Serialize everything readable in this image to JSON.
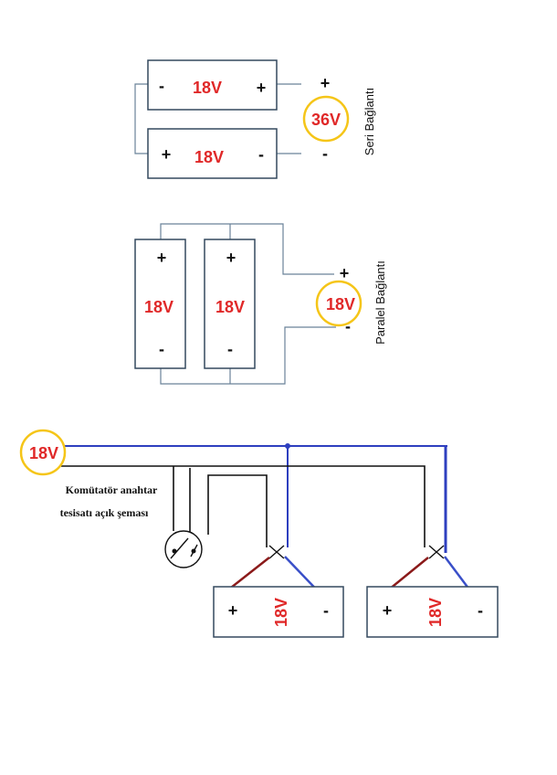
{
  "series": {
    "top_battery": {
      "voltage": "18V",
      "left_sign": "-",
      "right_sign": "+"
    },
    "bottom_battery": {
      "voltage": "18V",
      "left_sign": "+",
      "right_sign": "-"
    },
    "output_plus": "+",
    "output_minus": "-",
    "total": "36V",
    "caption": "Seri Bağlantı"
  },
  "parallel": {
    "battery_1": {
      "voltage": "18V",
      "top_sign": "+",
      "bottom_sign": "-"
    },
    "battery_2": {
      "voltage": "18V",
      "top_sign": "+",
      "bottom_sign": "-"
    },
    "output_plus": "+",
    "output_minus": "-",
    "total": "18V",
    "caption": "Paralel Bağlantı"
  },
  "switch_circuit": {
    "source": "18V",
    "caption_line1": "Komütatör anahtar",
    "caption_line2": "tesisatı açık şeması",
    "lamp_1": {
      "voltage": "18V",
      "left_sign": "+",
      "right_sign": "-"
    },
    "lamp_2": {
      "voltage": "18V",
      "left_sign": "+",
      "right_sign": "-"
    }
  },
  "colors": {
    "voltage_text": "#e02828",
    "highlight_circle": "#f5c518",
    "blue_wire": "#2e3fbf",
    "red_wire": "#8b1a1a"
  }
}
